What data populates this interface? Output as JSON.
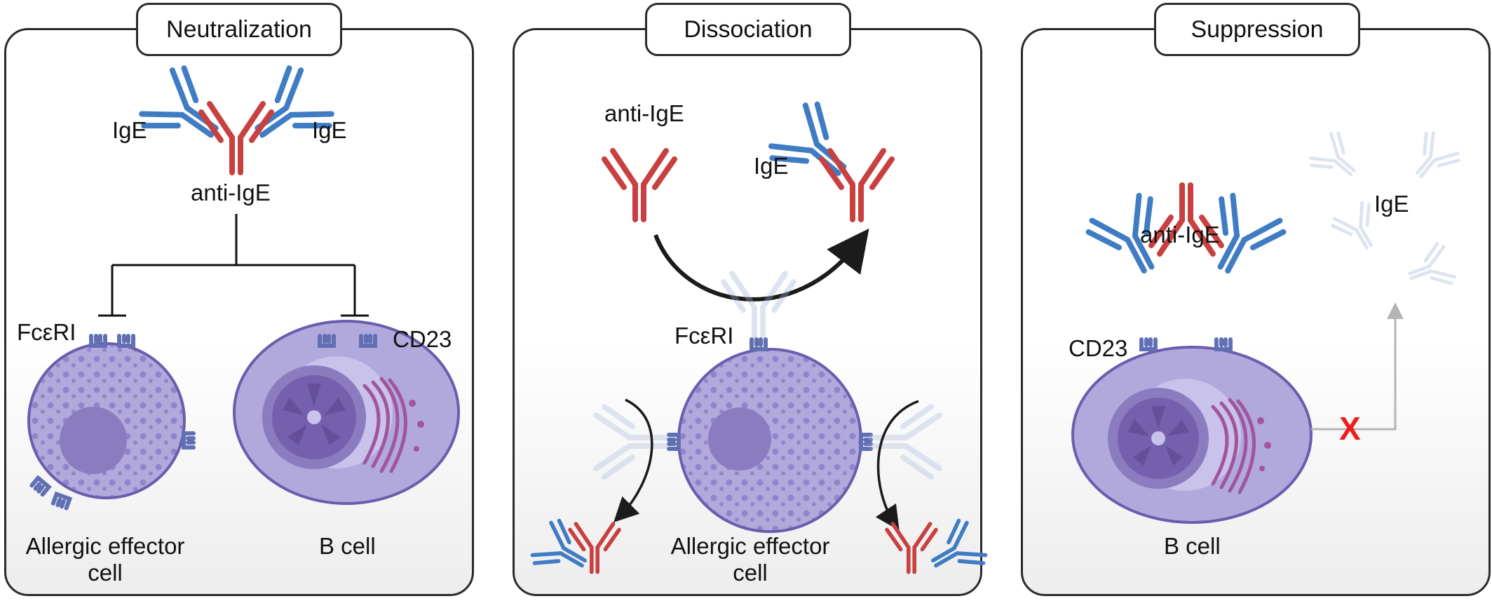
{
  "colors": {
    "ige": "#3f7cc4",
    "anti_ige": "#c8403f",
    "cell_fill": "#b1a9dc",
    "cell_stroke": "#6b5cae",
    "nucleus": "#8a7cbf",
    "nucleus_dark": "#654e9a",
    "receptor": "#6170b3",
    "block_x": "#ee1c1c"
  },
  "panels": [
    {
      "title": "Neutralization",
      "labels": {
        "ige_left": "IgE",
        "ige_right": "IgE",
        "anti_ige": "anti-IgE",
        "fceri": "FcεRI",
        "cd23": "CD23",
        "cell_left": "Allergic effector\ncell",
        "cell_right": "B cell"
      }
    },
    {
      "title": "Dissociation",
      "labels": {
        "anti_ige": "anti-IgE",
        "ige": "IgE",
        "fceri": "FcεRI",
        "cell": "Allergic effector\ncell"
      }
    },
    {
      "title": "Suppression",
      "labels": {
        "anti_ige": "anti-IgE",
        "ige": "IgE",
        "cd23": "CD23",
        "cell": "B cell",
        "block_mark": "X"
      }
    }
  ]
}
